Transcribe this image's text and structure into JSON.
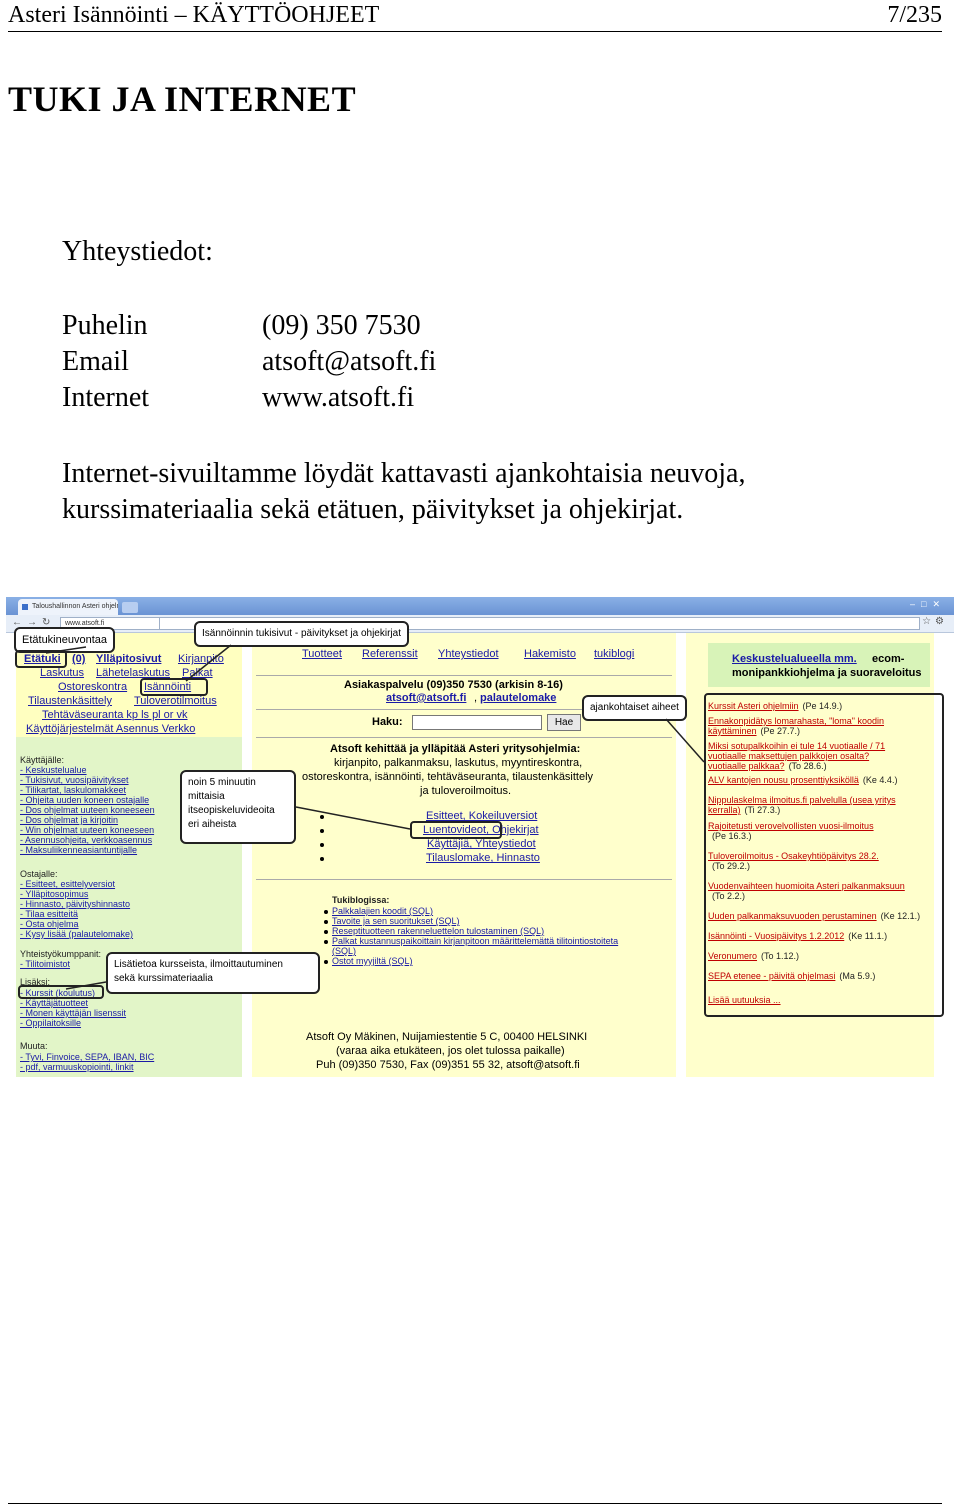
{
  "header": {
    "left": "Asteri Isännöinti – KÄYTTÖOHJEET",
    "right": "7/235"
  },
  "title": "TUKI JA INTERNET",
  "contact_heading": "Yhteystiedot:",
  "contacts": [
    {
      "label": "Puhelin",
      "value": "(09) 350 7530"
    },
    {
      "label": "Email",
      "value": "atsoft@atsoft.fi"
    },
    {
      "label": "Internet",
      "value": "www.atsoft.fi"
    }
  ],
  "paragraph": {
    "line1": "Internet-sivuiltamme löydät kattavasti ajankohtaisia neuvoja,",
    "line2": "kurssimateriaalia sekä etätuen, päivitykset ja ohjekirjat."
  },
  "browser": {
    "tab_title": "Taloushallinnon Asteri ohjelm",
    "url": "www.atsoft.fi"
  },
  "site": {
    "left_top": [
      {
        "text": "Etätuki",
        "bold": true
      },
      {
        "text": "(0)",
        "bold": true
      },
      {
        "text": "Ylläpitosivut",
        "bold": true
      },
      {
        "text": "Kirjanpito"
      },
      {
        "text": "Laskutus"
      },
      {
        "text": "Lähetelaskutus"
      },
      {
        "text": "Palkat"
      },
      {
        "text": "Ostoreskontra"
      },
      {
        "text": "Isännöinti"
      },
      {
        "text": "Tilaustenkäsittely"
      },
      {
        "text": "Tuloverotilmoitus"
      },
      {
        "text": "Tehtäväseuranta kp ls pl or vk"
      },
      {
        "text": "Käyttöjärjestelmät Asennus Verkko"
      }
    ],
    "kayttajalle_title": "Käyttäjälle:",
    "kayttajalle": [
      "- Keskustelualue",
      "- Tukisivut, vuosipäivitykset",
      "- Tilikartat, laskulomakkeet",
      "- Ohjeita uuden koneen ostajalle",
      "- Dos ohjelmat uuteen koneeseen",
      "- Dos ohjelmat ja kirjoitin",
      "- Win ohjelmat uuteen koneeseen",
      "- Asennusohjeita, verkkoasennus",
      "- Maksuliikenneasiantuntijalle"
    ],
    "ostajalle_title": "Ostajalle:",
    "ostajalle": [
      "- Esitteet, esittelyversiot",
      "- Ylläpitosopimus",
      "- Hinnasto, päivityshinnasto",
      "- Tilaa esitteitä",
      "- Osta ohjelma",
      "- Kysy lisää (palautelomake)"
    ],
    "yhteistyo_title": "Yhteistyökumppanit:",
    "yhteistyo": [
      "- Tilitoimistot"
    ],
    "lisaksi_title": "Lisäksi:",
    "lisaksi": [
      "- Kurssit (koulutus)",
      "- Käyttäjätuotteet",
      "- Monen käyttäjän lisenssit",
      "- Oppilaitoksille"
    ],
    "muuta_title": "Muuta:",
    "muuta": [
      "- Tyvi, Finvoice, SEPA, IBAN, BIC",
      "- pdf, varmuuskopiointi, linkit"
    ],
    "top_menu": [
      "Tuotteet",
      "Referenssit",
      "Yhteystiedot",
      "Hakemisto",
      "tukiblogi"
    ],
    "asiakaspalvelu": "Asiakaspalvelu (09)350 7530 (arkisin 8-16)",
    "asiakas_email": "atsoft@atsoft.fi",
    "asiakas_palaute": "palautelomake",
    "haku_label": "Haku:",
    "haku_button": "Hae",
    "intro1": "Atsoft kehittää ja ylläpitää Asteri yritysohjelmia:",
    "intro2": "kirjanpito, palkanmaksu, laskutus, myyntireskontra,",
    "intro3": "ostoreskontra, isännöinti, tehtäväseuranta, tilaustenkäsittely",
    "intro4": "ja tuloveroilmoitus.",
    "center_links": [
      "Esitteet, Kokeiluversiot",
      "Luentovideot, Ohjekirjat",
      "Käyttäjiä, Yhteystiedot",
      "Tilauslomake, Hinnasto"
    ],
    "tukiblogi_title": "Tukiblogissa:",
    "tukiblogi": [
      "Palkkalajien koodit (SQL)",
      "Tavoite ja sen suoritukset (SQL)",
      "Reseptituotteen rakenneluettelon tulostaminen (SQL)",
      "Palkat kustannuspaikoittain kirjanpitoon määrittelemättä tilitointiostoiteta",
      "(SQL)",
      "Ostot myyjiltä (SQL)"
    ],
    "address1": "Atsoft Oy Mäkinen, Nuijamiestentie 5 C, 00400 HELSINKI",
    "address2": "(varaa aika etukäteen, jos olet tulossa paikalle)",
    "address3": "Puh (09)350 7530, Fax (09)351 55 32, atsoft@atsoft.fi",
    "right_box1": "Keskustelualueella mm.",
    "right_box2": "ecom-",
    "right_box3": "monipankkiohjelma ja suoraveloitus",
    "news": [
      {
        "link": "Kurssit Asteri ohjelmiin",
        "date": "(Pe 14.9.)"
      },
      {
        "link": "Ennakonpidätys lomarahasta, \"loma\" koodin",
        "date": ""
      },
      {
        "link": "käyttäminen",
        "date": "(Pe 27.7.)"
      },
      {
        "link": "Miksi sotupalkkoihin ei tule 14 vuotiaalle / 71",
        "date": ""
      },
      {
        "link": "vuotiaalle maksettujen palkkojen osalta?",
        "date": ""
      },
      {
        "link": "vuotiaalle palkkaa?",
        "date": "(To 28.6.)"
      },
      {
        "link": "ALV kantojen nousu prosenttiyksiköllä",
        "date": "(Ke 4.4.)"
      },
      {
        "link": "Nippulaskelma ilmoitus.fi palvelulla (usea yritys",
        "date": ""
      },
      {
        "link": "kerralla)",
        "date": "(Ti 27.3.)"
      },
      {
        "link": "Rajoitetusti verovelvollisten vuosi-ilmoitus",
        "date": ""
      },
      {
        "link": "",
        "date": "(Pe 16.3.)"
      },
      {
        "link": "Tuloveroilmoitus - Osakeyhtiöpäivitys 28.2.",
        "date": ""
      },
      {
        "link": "",
        "date": "(To 29.2.)"
      },
      {
        "link": "Vuodenvaihteen huomioita Asteri palkanmaksuun",
        "date": ""
      },
      {
        "link": "",
        "date": "(To 2.2.)"
      },
      {
        "link": "Uuden palkanmaksuvuoden perustaminen",
        "date": "(Ke 12.1.)"
      },
      {
        "link": "Isännöinti - Vuosipäivitys 1.2.2012",
        "date": "(Ke 11.1.)"
      },
      {
        "link": "Veronumero",
        "date": "(To 1.12.)"
      },
      {
        "link": "SEPA etenee - päivitä ohjelmasi",
        "date": "(Ma 5.9.)"
      },
      {
        "link": "Lisää uutuuksia ...",
        "date": ""
      }
    ]
  },
  "callouts": {
    "etatuki": "Etätukineuvontaa",
    "tukisivut": "Isännöinnin tukisivut - päivitykset ja ohjekirjat",
    "ajankohtaiset": "ajankohtaiset aiheet",
    "videot1": "noin 5 minuutin",
    "videot2": "mittaisia",
    "videot3": "itseopiskeluvideoita",
    "videot4": "eri aiheista",
    "kurssit1": "Lisätietoa kursseista, ilmoittautuminen",
    "kurssit2": "sekä kurssimateriaalia"
  },
  "colors": {
    "link": "#1a1aa6",
    "left_top_bg": "#ffffc0",
    "left_bg": "#e2f5c8",
    "center_bg": "#ffffcc",
    "accent_red": "#c00000"
  }
}
